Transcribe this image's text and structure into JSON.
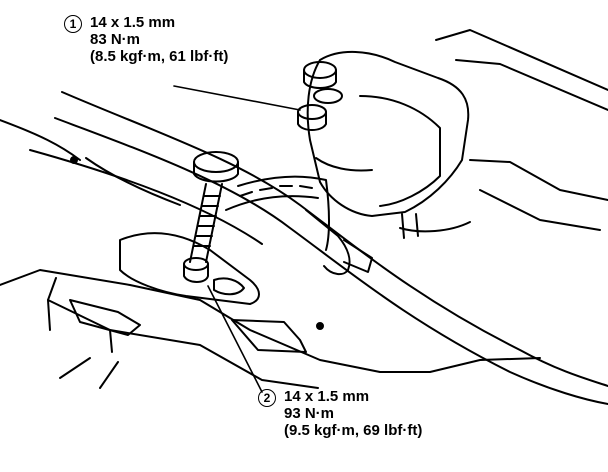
{
  "callouts": [
    {
      "number": "1",
      "size": "14 x 1.5 mm",
      "torque_nm": "83 N·m",
      "torque_alt": "(8.5 kgf·m, 61 lbf·ft)"
    },
    {
      "number": "2",
      "size": "14 x 1.5 mm",
      "torque_nm": "93 N·m",
      "torque_alt": "(9.5 kgf·m, 69 lbf·ft)"
    }
  ]
}
